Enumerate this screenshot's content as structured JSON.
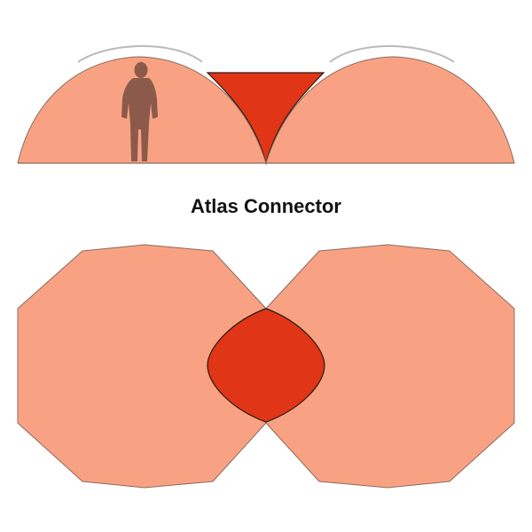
{
  "diagram": {
    "title": "Atlas Connector",
    "colors": {
      "background": "#ffffff",
      "dome_fill": "#f9a283",
      "connector_fill": "#e03516",
      "outline": "#8a6a5e",
      "connector_outline": "#2a1a12",
      "human_silhouette": "#8b5a4b",
      "arc_line": "#b9b9b9",
      "title_color": "#111111"
    },
    "elements": {
      "side_view": "side-elevation",
      "top_view": "plan-view",
      "human": "human-figure-icon"
    }
  }
}
